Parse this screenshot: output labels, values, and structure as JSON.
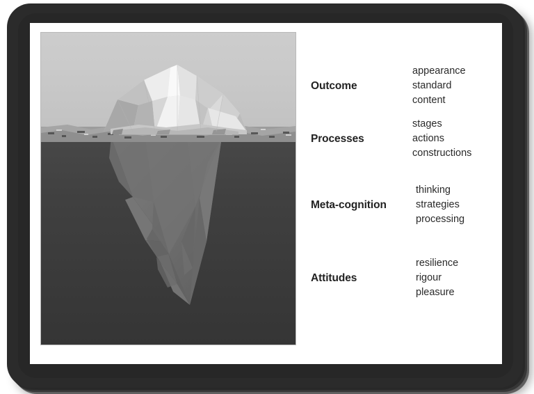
{
  "slide": {
    "title_visible": false,
    "background_color": "#ffffff",
    "frame_color": "#2b2b2b"
  },
  "figure": {
    "name": "iceberg-illustration",
    "alt": "Low-poly grayscale iceberg with a small visible tip above the waterline and a large submerged mass below",
    "colors": {
      "sky": "#c9c9c9",
      "water_surface": "#9a9a9a",
      "deep_water": "#3c3c3c",
      "iceberg_light": "#f2f2f2",
      "iceberg_mid": "#d6d6d6",
      "iceberg_shadow": "#a8a8a8",
      "iceberg_submerged": "#6e6e6e"
    }
  },
  "legend": {
    "groups": [
      {
        "label": "Outcome",
        "items": [
          "appearance",
          "standard",
          "content"
        ]
      },
      {
        "label": "Processes",
        "items": [
          "stages",
          "actions",
          "constructions"
        ]
      },
      {
        "label": "Meta-cognition",
        "items": [
          "thinking",
          "strategies",
          "processing"
        ]
      },
      {
        "label": "Attitudes",
        "items": [
          "resilience",
          "rigour",
          "pleasure"
        ]
      }
    ]
  }
}
